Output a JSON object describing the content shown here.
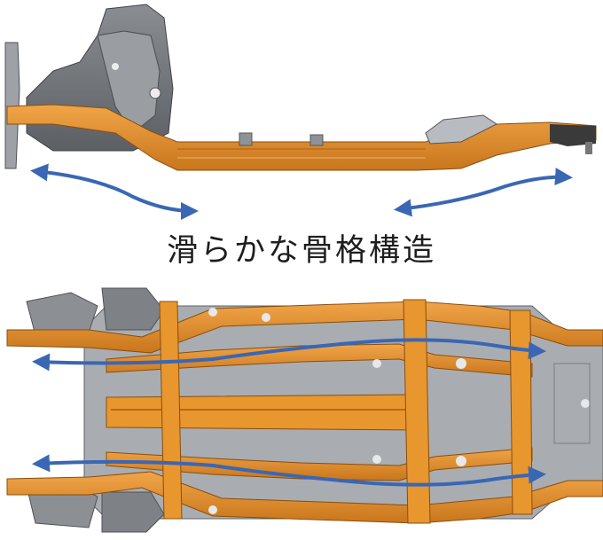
{
  "caption": "滑らかな骨格構造",
  "colors": {
    "frame_orange": "#E8962E",
    "frame_orange_dark": "#B86A14",
    "floor_gray": "#A9ADB1",
    "arrow_blue": "#3A67B4",
    "background": "#FFFFFF"
  },
  "illustrations": [
    {
      "name": "side-view",
      "subject": "vehicle-body-frame-side"
    },
    {
      "name": "top-view",
      "subject": "vehicle-underbody-frame-top"
    }
  ],
  "arrows": [
    "bidirectional-bend-left",
    "bidirectional-bend-right",
    "load-path-upper",
    "load-path-lower"
  ]
}
